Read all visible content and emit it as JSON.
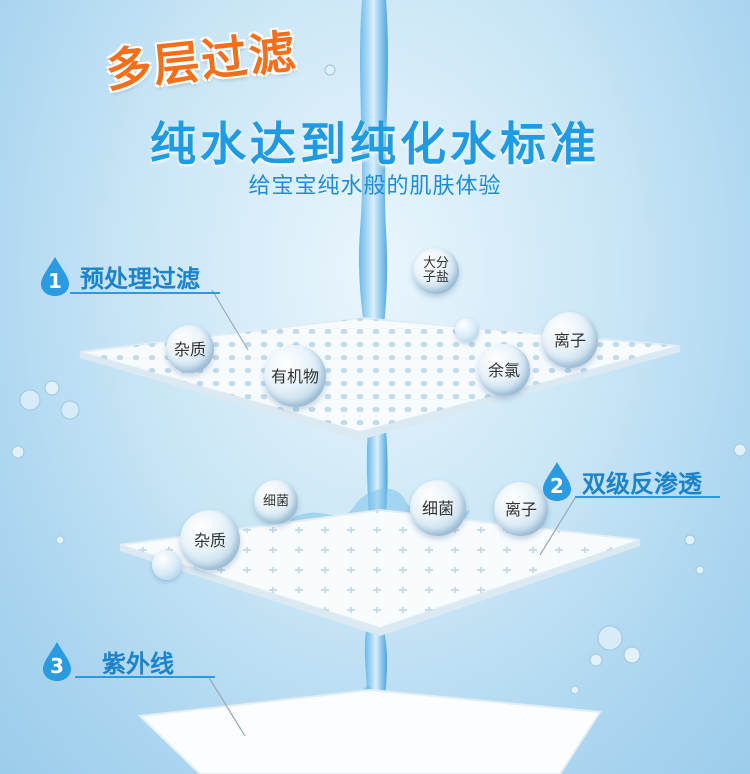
{
  "headline": {
    "tag": "多层过滤",
    "title": "纯水达到纯化水标准",
    "subtitle": "给宝宝纯水般的肌肤体验"
  },
  "steps": [
    {
      "number": "1",
      "label": "预处理过滤"
    },
    {
      "number": "2",
      "label": "双级反渗透"
    },
    {
      "number": "3",
      "label": "紫外线"
    }
  ],
  "impurities": {
    "top_large_molecule": "大分子盐",
    "layer1": [
      "杂质",
      "有机物",
      "余氯",
      "离子"
    ],
    "layer2": [
      "细菌",
      "杂质",
      "细菌",
      "离子"
    ]
  },
  "colors": {
    "accent_orange": "#f36f1c",
    "title_blue": "#1f9be3",
    "step_blue": "#1c82c9",
    "water_blue": "#4aa6e0"
  }
}
